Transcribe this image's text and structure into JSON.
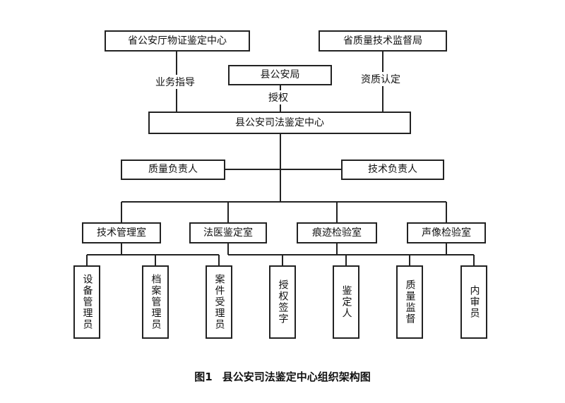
{
  "nodes": {
    "provincial_police_center": "省公安厅物证鉴定中心",
    "provincial_quality_bureau": "省质量技术监督局",
    "county_police_bureau": "县公安局",
    "county_forensic_center": "县公安司法鉴定中心",
    "quality_lead": "质量负责人",
    "technical_lead": "技术负责人",
    "tech_management_office": "技术管理室",
    "forensic_medicine_office": "法医鉴定室",
    "trace_lab": "痕迹检验室",
    "audio_video_lab": "声像检验室",
    "equipment_manager": "设备管理员",
    "archive_manager": "档案管理员",
    "case_receiver": "案件受理员",
    "authorized_signatory": "授权签字",
    "appraiser": "鉴定人",
    "quality_supervisor": "质量监督",
    "internal_auditor": "内审员"
  },
  "edge_labels": {
    "business_guidance": "业务指导",
    "authorization": "授权",
    "qualification": "资质认定"
  },
  "caption": {
    "number": "图1",
    "title": "县公安司法鉴定中心组织架构图"
  }
}
